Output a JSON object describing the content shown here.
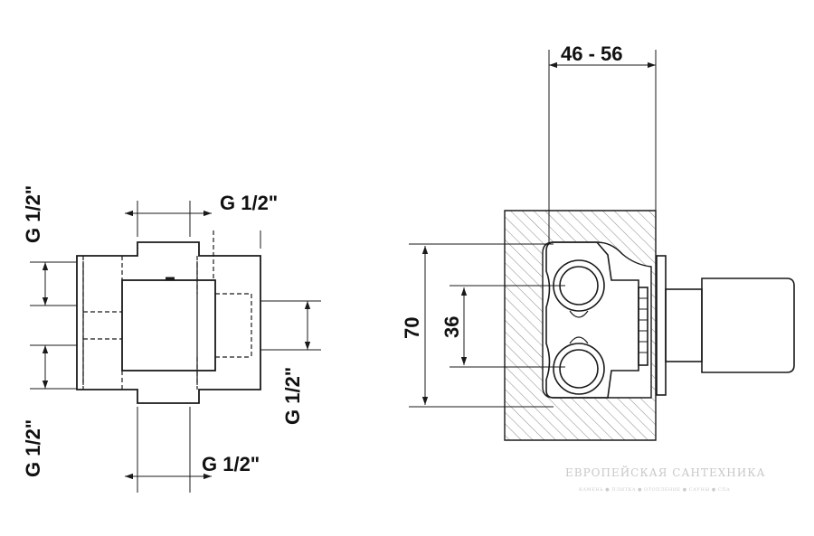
{
  "labels": {
    "left_top_thread": "G 1/2\"",
    "left_vertical_upper": "G 1/2\"",
    "left_vertical_lower": "G 1/2\"",
    "right_vertical": "G 1/2\"",
    "bottom_thread": "G 1/2\"",
    "depth_range": "46 - 56",
    "height_total": "70",
    "port_spacing": "36"
  },
  "watermark": {
    "brand": "ЕВРОПЕЙСКАЯ САНТЕХНИКА",
    "tagline": "КАМЕНЬ ● ПЛИТКА ● ОТОПЛЕНИЕ ● САУНЫ ● СПА"
  },
  "colors": {
    "line": "#1a1a1a",
    "hatch": "#888888",
    "background": "#ffffff"
  }
}
